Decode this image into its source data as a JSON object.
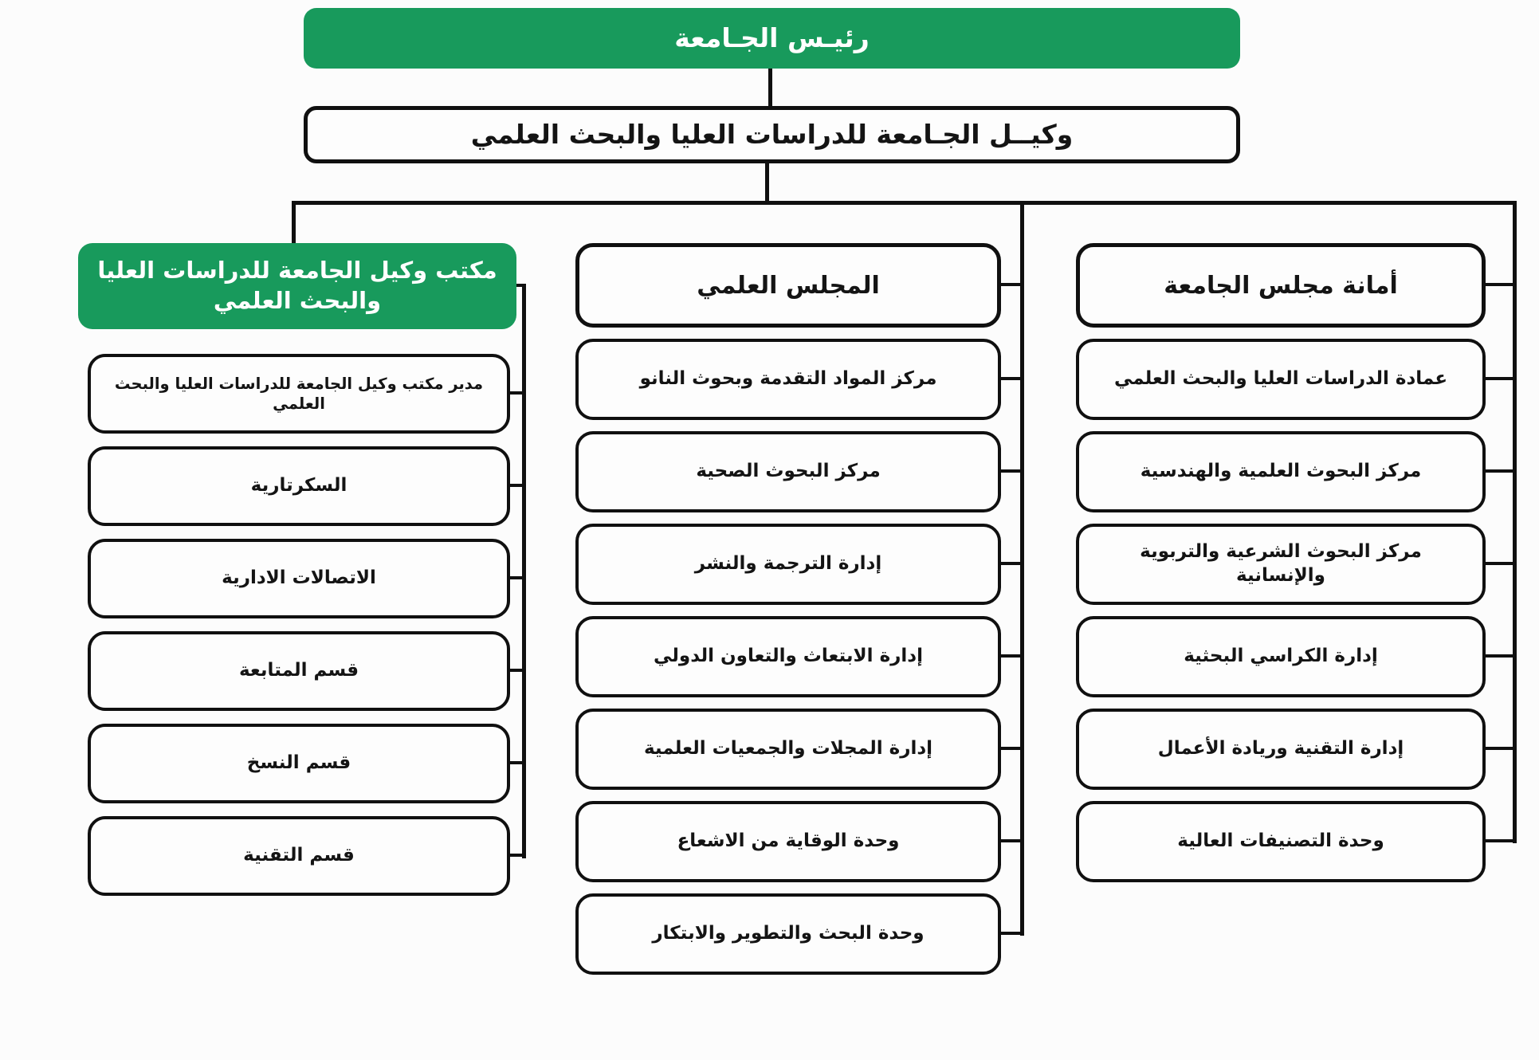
{
  "colors": {
    "accent_green": "#189a5c",
    "line": "#101010",
    "box_bg": "#fdfdfd",
    "page_bg": "#fcfcfc"
  },
  "root": {
    "label": "رئيـس الجـامعة"
  },
  "deputy": {
    "label": "وكيــل الجـامعة للدراسات العليا والبحث العلمي"
  },
  "columns": [
    {
      "header": "مكتب وكيل الجامعة للدراسات العليا والبحث العلمي",
      "items": [
        "مدير مكتب وكيل الجامعة للدراسات العليا والبحث العلمي",
        "السكرتارية",
        "الاتصالات الادارية",
        "قسم المتابعة",
        "قسم النسخ",
        "قسم التقنية"
      ]
    },
    {
      "header": "المجلس العلمي",
      "items": [
        "مركز المواد التقدمة وبحوث النانو",
        "مركز البحوث الصحية",
        "إدارة الترجمة والنشر",
        "إدارة الابتعاث والتعاون الدولي",
        "إدارة المجلات والجمعيات العلمية",
        "وحدة الوقاية من الاشعاع",
        "وحدة البحث والتطوير والابتكار"
      ]
    },
    {
      "header": "أمانة مجلس الجامعة",
      "items": [
        "عمادة الدراسات العليا والبحث العلمي",
        "مركز البحوث العلمية والهندسية",
        "مركز البحوث الشرعية والتربوية والإنسانية",
        "إدارة الكراسي البحثية",
        "إدارة التقنية وريادة الأعمال",
        "وحدة التصنيفات العالية"
      ]
    }
  ]
}
